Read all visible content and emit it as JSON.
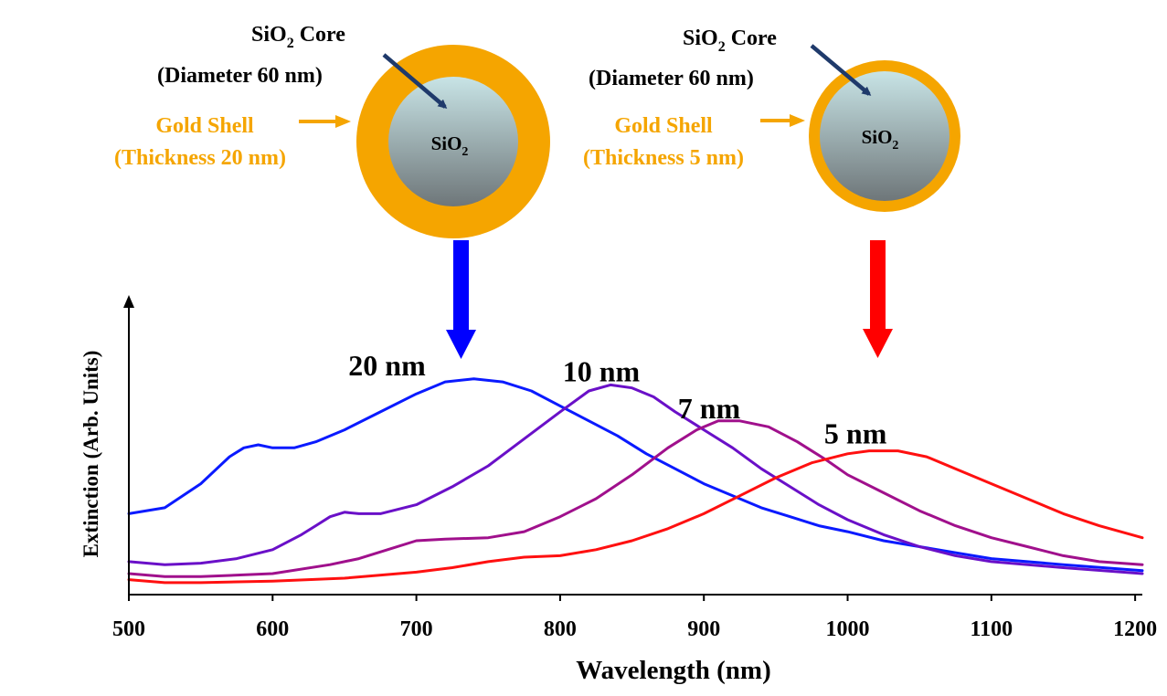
{
  "diagram": {
    "left": {
      "core_label_main": "SiO",
      "core_label_sub": "2",
      "core_label_tail": " Core",
      "diameter_label": "(Diameter  60 nm)",
      "shell_label": "Gold  Shell",
      "thickness_label": "(Thickness 20 nm)",
      "sphere_label_main": "SiO",
      "sphere_label_sub": "2"
    },
    "right": {
      "core_label_main": "SiO",
      "core_label_sub": "2",
      "core_label_tail": " Core",
      "diameter_label": "(Diameter  60 nm)",
      "shell_label": "Gold  Shell",
      "thickness_label": "(Thickness 5 nm)",
      "sphere_label_main": "SiO",
      "sphere_label_sub": "2"
    }
  },
  "colors": {
    "gold": "#f5a500",
    "core_top": "#c8e4e6",
    "core_bottom": "#6e7679",
    "callout_arrow": "#1f3a6b",
    "blue_arrow": "#0000ff",
    "red_arrow": "#ff0000"
  },
  "chart_data": {
    "type": "line",
    "xlabel": "Wavelength (nm)",
    "ylabel": "Extinction (Arb. Units)",
    "xlim": [
      500,
      1205
    ],
    "ylim": [
      0,
      1
    ],
    "xticks": [
      500,
      600,
      700,
      800,
      900,
      1000,
      1100,
      1200
    ],
    "xtick_labels": [
      "500",
      "600",
      "700",
      "800",
      "900",
      "1000",
      "1100",
      "1200"
    ],
    "grid": false,
    "series": [
      {
        "name": "20 nm",
        "color": "#0a1aff",
        "points": [
          [
            500,
            0.27
          ],
          [
            525,
            0.29
          ],
          [
            550,
            0.37
          ],
          [
            570,
            0.46
          ],
          [
            580,
            0.49
          ],
          [
            590,
            0.5
          ],
          [
            600,
            0.49
          ],
          [
            615,
            0.49
          ],
          [
            630,
            0.51
          ],
          [
            650,
            0.55
          ],
          [
            675,
            0.61
          ],
          [
            700,
            0.67
          ],
          [
            720,
            0.71
          ],
          [
            740,
            0.72
          ],
          [
            760,
            0.71
          ],
          [
            780,
            0.68
          ],
          [
            800,
            0.63
          ],
          [
            820,
            0.58
          ],
          [
            840,
            0.53
          ],
          [
            860,
            0.47
          ],
          [
            880,
            0.42
          ],
          [
            900,
            0.37
          ],
          [
            920,
            0.33
          ],
          [
            940,
            0.29
          ],
          [
            960,
            0.26
          ],
          [
            980,
            0.23
          ],
          [
            1000,
            0.21
          ],
          [
            1025,
            0.18
          ],
          [
            1050,
            0.16
          ],
          [
            1075,
            0.14
          ],
          [
            1100,
            0.12
          ],
          [
            1150,
            0.1
          ],
          [
            1205,
            0.08
          ]
        ]
      },
      {
        "name": "10 nm",
        "color": "#6a10c8",
        "points": [
          [
            500,
            0.11
          ],
          [
            525,
            0.1
          ],
          [
            550,
            0.105
          ],
          [
            575,
            0.12
          ],
          [
            600,
            0.15
          ],
          [
            620,
            0.2
          ],
          [
            630,
            0.23
          ],
          [
            640,
            0.26
          ],
          [
            650,
            0.275
          ],
          [
            660,
            0.27
          ],
          [
            675,
            0.27
          ],
          [
            700,
            0.3
          ],
          [
            725,
            0.36
          ],
          [
            750,
            0.43
          ],
          [
            775,
            0.52
          ],
          [
            800,
            0.61
          ],
          [
            820,
            0.68
          ],
          [
            835,
            0.7
          ],
          [
            850,
            0.69
          ],
          [
            865,
            0.66
          ],
          [
            880,
            0.61
          ],
          [
            900,
            0.55
          ],
          [
            920,
            0.49
          ],
          [
            940,
            0.42
          ],
          [
            960,
            0.36
          ],
          [
            980,
            0.3
          ],
          [
            1000,
            0.25
          ],
          [
            1025,
            0.2
          ],
          [
            1050,
            0.16
          ],
          [
            1075,
            0.13
          ],
          [
            1100,
            0.11
          ],
          [
            1150,
            0.09
          ],
          [
            1205,
            0.07
          ]
        ]
      },
      {
        "name": "7 nm",
        "color": "#a0108c",
        "points": [
          [
            500,
            0.07
          ],
          [
            525,
            0.06
          ],
          [
            550,
            0.06
          ],
          [
            600,
            0.07
          ],
          [
            640,
            0.1
          ],
          [
            660,
            0.12
          ],
          [
            680,
            0.15
          ],
          [
            700,
            0.18
          ],
          [
            720,
            0.185
          ],
          [
            750,
            0.19
          ],
          [
            775,
            0.21
          ],
          [
            800,
            0.26
          ],
          [
            825,
            0.32
          ],
          [
            850,
            0.4
          ],
          [
            875,
            0.49
          ],
          [
            895,
            0.55
          ],
          [
            910,
            0.58
          ],
          [
            925,
            0.58
          ],
          [
            945,
            0.56
          ],
          [
            965,
            0.51
          ],
          [
            985,
            0.45
          ],
          [
            1000,
            0.4
          ],
          [
            1025,
            0.34
          ],
          [
            1050,
            0.28
          ],
          [
            1075,
            0.23
          ],
          [
            1100,
            0.19
          ],
          [
            1125,
            0.16
          ],
          [
            1150,
            0.13
          ],
          [
            1175,
            0.11
          ],
          [
            1205,
            0.1
          ]
        ]
      },
      {
        "name": "5 nm",
        "color": "#ff1010",
        "points": [
          [
            500,
            0.05
          ],
          [
            525,
            0.04
          ],
          [
            550,
            0.04
          ],
          [
            600,
            0.045
          ],
          [
            650,
            0.055
          ],
          [
            700,
            0.075
          ],
          [
            725,
            0.09
          ],
          [
            750,
            0.11
          ],
          [
            775,
            0.125
          ],
          [
            800,
            0.13
          ],
          [
            825,
            0.15
          ],
          [
            850,
            0.18
          ],
          [
            875,
            0.22
          ],
          [
            900,
            0.27
          ],
          [
            925,
            0.33
          ],
          [
            950,
            0.39
          ],
          [
            975,
            0.44
          ],
          [
            1000,
            0.47
          ],
          [
            1015,
            0.48
          ],
          [
            1035,
            0.48
          ],
          [
            1055,
            0.46
          ],
          [
            1075,
            0.42
          ],
          [
            1100,
            0.37
          ],
          [
            1125,
            0.32
          ],
          [
            1150,
            0.27
          ],
          [
            1175,
            0.23
          ],
          [
            1205,
            0.19
          ]
        ]
      }
    ],
    "annotations": [
      {
        "text": "20 nm"
      },
      {
        "text": "10 nm"
      },
      {
        "text": "7 nm"
      },
      {
        "text": "5 nm"
      }
    ]
  }
}
